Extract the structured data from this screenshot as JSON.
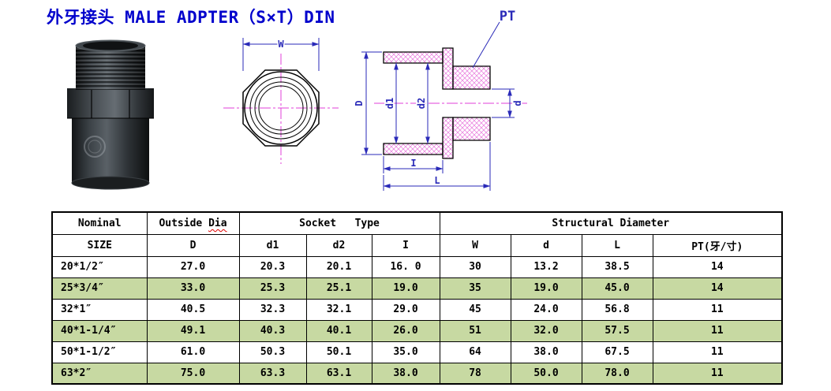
{
  "page": {
    "title": "外牙接头 MALE ADPTER（S×T）DIN"
  },
  "drawings": {
    "front_view": {
      "dim_w": "W"
    },
    "section_view": {
      "dim_pt": "PT",
      "dim_D": "D",
      "dim_d1": "d1",
      "dim_d2": "d2",
      "dim_d": "d",
      "dim_I": "I",
      "dim_L": "L"
    }
  },
  "table": {
    "groups": {
      "nominal": "Nominal",
      "outside_prefix": "Outside ",
      "outside_dia_word": "Dia",
      "socket_type": "Socket   Type",
      "structural": "Structural Diameter"
    },
    "columns": [
      "SIZE",
      "D",
      "d1",
      "d2",
      "I",
      "W",
      "d",
      "L",
      "PT(牙/寸)"
    ],
    "rows": [
      [
        "20*1/2″",
        "27.0",
        "20.3",
        "20.1",
        "16. 0",
        "30",
        "13.2",
        "38.5",
        "14"
      ],
      [
        "25*3/4″",
        "33.0",
        "25.3",
        "25.1",
        "19.0",
        "35",
        "19.0",
        "45.0",
        "14"
      ],
      [
        "32*1″",
        "40.5",
        "32.3",
        "32.1",
        "29.0",
        "45",
        "24.0",
        "56.8",
        "11"
      ],
      [
        "40*1-1/4″",
        "49.1",
        "40.3",
        "40.1",
        "26.0",
        "51",
        "32.0",
        "57.5",
        "11"
      ],
      [
        "50*1-1/2″",
        "61.0",
        "50.3",
        "50.1",
        "35.0",
        "64",
        "38.0",
        "67.5",
        "11"
      ],
      [
        "63*2″",
        "75.0",
        "63.3",
        "63.1",
        "38.0",
        "78",
        "50.0",
        "78.0",
        "11"
      ]
    ]
  },
  "colors": {
    "title_blue": "#0000cc",
    "row_green": "#c7d9a2",
    "hatch_magenta": "#e878dc",
    "centerline_magenta": "#e23fd8",
    "dimension_blue": "#2a2ab8",
    "spellcheck_red": "#e00000"
  }
}
